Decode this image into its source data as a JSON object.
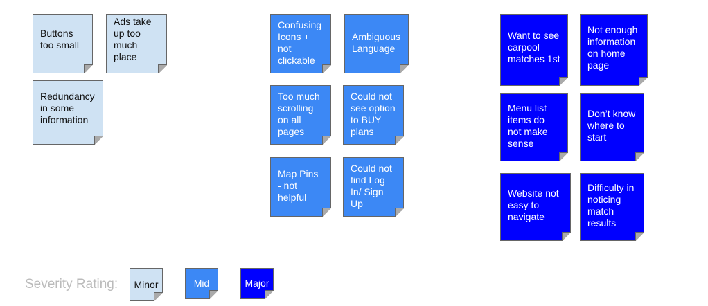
{
  "notes": {
    "minor": [
      "Buttons too small",
      "Ads take up too much place",
      "Redundancy in some information"
    ],
    "mid": [
      "Confusing Icons + not clickable",
      "Ambiguous Language",
      "Too much scrolling on all pages",
      "Could not see option to BUY plans",
      "Map Pins - not helpful",
      "Could not find Log In/ Sign Up"
    ],
    "major": [
      "Want to see carpool matches 1st",
      "Not enough information on home page",
      "Menu list items do not make sense",
      "Don’t know where to start",
      "Website not easy to navigate",
      "Difficulty in noticing match results"
    ]
  },
  "legend": {
    "label": "Severity Rating:",
    "minor": "Minor",
    "mid": "Mid",
    "major": "Major"
  },
  "colors": {
    "minor": "#cfe2f3",
    "mid": "#3c88f5",
    "major": "#0000ff"
  }
}
